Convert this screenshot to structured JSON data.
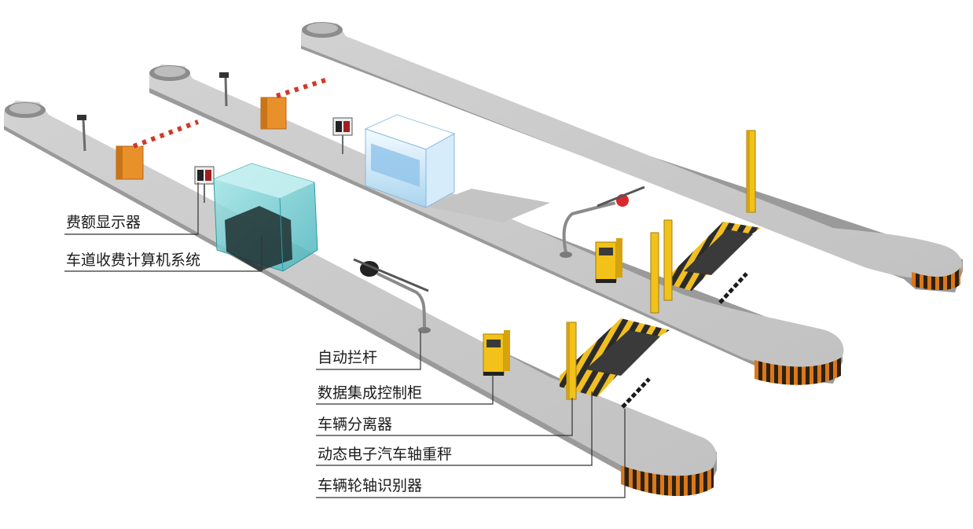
{
  "labels": {
    "fee_display": "费额显示器",
    "toll_computer": "车道收费计算机系统",
    "auto_barrier": "自动拦杆",
    "data_cabinet": "数据集成控制柜",
    "vehicle_separator": "车辆分离器",
    "axle_scale": "动态电子汽车轴重秤",
    "axle_recognizer": "车辆轮轴识别器"
  },
  "colors": {
    "lane_top": "#c9c9c9",
    "lane_side": "#9a9a9a",
    "barrier_housing": "#e8912a",
    "separator_post": "#f2c21a",
    "booth_glass": "#7fd3d6",
    "stripe_dark": "#3a2a10",
    "stripe_orange": "#d9781c",
    "leader_line": "#333333"
  }
}
